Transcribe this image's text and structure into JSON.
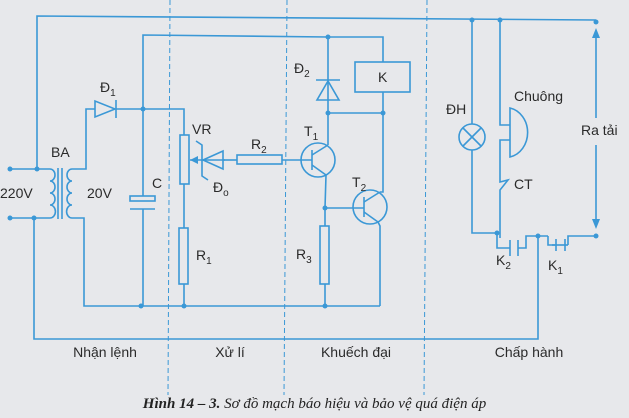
{
  "diagram": {
    "labels": {
      "v220": "220V",
      "ba": "BA",
      "v20": "20V",
      "d1": "Đ",
      "d1_sub": "1",
      "c": "C",
      "vr": "VR",
      "d0": "Đ",
      "d0_sub": "o",
      "r1": "R",
      "r1_sub": "1",
      "r2": "R",
      "r2_sub": "2",
      "t1": "T",
      "t1_sub": "1",
      "t2": "T",
      "t2_sub": "2",
      "d2": "Đ",
      "d2_sub": "2",
      "k": "K",
      "r3": "R",
      "r3_sub": "3",
      "dh": "ĐH",
      "chuong": "Chuông",
      "ct": "CT",
      "ra_tai": "Ra tải",
      "k2": "K",
      "k2_sub": "2",
      "k1": "K",
      "k1_sub": "1"
    },
    "sections": [
      "Nhận lệnh",
      "Xử lí",
      "Khuếch đại",
      "Chấp hành"
    ],
    "line_color": "#3b98d6"
  },
  "caption": {
    "number": "Hình 14 – 3.",
    "text": " Sơ đồ mạch báo hiệu và bảo vệ quá điện áp"
  }
}
